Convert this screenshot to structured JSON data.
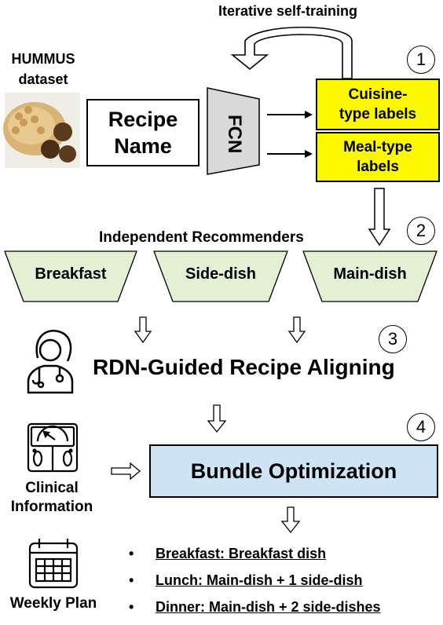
{
  "top_label": "Iterative self-training",
  "dataset_label": "HUMMUS dataset",
  "recipe_name": "Recipe Name",
  "fcn_label": "FCN",
  "labels": {
    "cuisine": "Cuisine-type labels",
    "meal": "Meal-type labels"
  },
  "step_numbers": [
    "1",
    "2",
    "3",
    "4"
  ],
  "recommenders_title": "Independent Recommenders",
  "recommenders": [
    "Breakfast",
    "Side-dish",
    "Main-dish"
  ],
  "aligning": "RDN-Guided Recipe Aligning",
  "clinical_label": "Clinical Information",
  "bundle": "Bundle Optimization",
  "weekly_label": "Weekly Plan",
  "plan": [
    {
      "bullet": "•",
      "text": "Breakfast: Breakfast dish"
    },
    {
      "bullet": "•",
      "text": "Lunch: Main-dish + 1 side-dish"
    },
    {
      "bullet": "•",
      "text": "Dinner: Main-dish + 2 side-dishes"
    }
  ],
  "colors": {
    "yellow_label": "#fbf800",
    "trapezoid_fill": "#e3f0d3",
    "bundle_fill": "#cce4f3",
    "fcn_fill": "#d9d9d9"
  },
  "icons": [
    "hummus-photo",
    "doctor-icon",
    "scale-icon",
    "calendar-icon"
  ]
}
